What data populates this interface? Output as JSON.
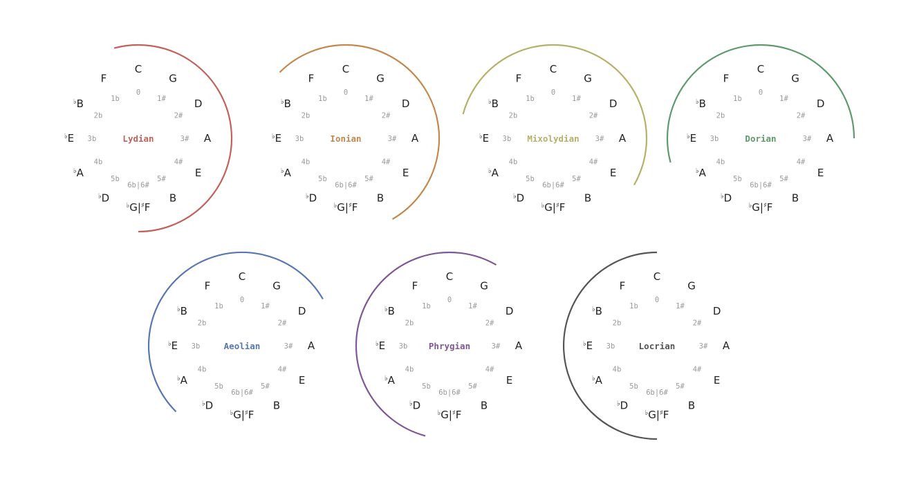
{
  "circle_of_fifths": {
    "notes": [
      {
        "acc": "",
        "base": "C"
      },
      {
        "acc": "",
        "base": "G"
      },
      {
        "acc": "",
        "base": "D"
      },
      {
        "acc": "",
        "base": "A"
      },
      {
        "acc": "",
        "base": "E"
      },
      {
        "acc": "",
        "base": "B"
      },
      {
        "acc": "♭",
        "base": "G|",
        "acc2": "♯",
        "base2": "F"
      },
      {
        "acc": "♭",
        "base": "D"
      },
      {
        "acc": "♭",
        "base": "A"
      },
      {
        "acc": "♭",
        "base": "E"
      },
      {
        "acc": "♭",
        "base": "B"
      },
      {
        "acc": "",
        "base": "F"
      }
    ],
    "numbers": [
      "0",
      "1#",
      "2#",
      "3#",
      "4#",
      "5#",
      "6b|6#",
      "5b",
      "4b",
      "3b",
      "2b",
      "1b"
    ]
  },
  "modes": [
    {
      "name": "Lydian",
      "color": "#c0625c",
      "arc_start_fifths": -0.5,
      "arc_span_fifths": 6.5
    },
    {
      "name": "Ionian",
      "color": "#c4884f",
      "arc_start_fifths": -1.5,
      "arc_span_fifths": 6.5
    },
    {
      "name": "Mixolydian",
      "color": "#b5b06a",
      "arc_start_fifths": -2.5,
      "arc_span_fifths": 6.5
    },
    {
      "name": "Dorian",
      "color": "#5e9a6c",
      "arc_start_fifths": -3.5,
      "arc_span_fifths": 6.5
    },
    {
      "name": "Aeolian",
      "color": "#5876b0",
      "arc_start_fifths": -4.5,
      "arc_span_fifths": 6.5
    },
    {
      "name": "Phrygian",
      "color": "#7e5796",
      "arc_start_fifths": -5.5,
      "arc_span_fifths": 6.5
    },
    {
      "name": "Locrian",
      "color": "#555555",
      "arc_start_fifths": -6.0,
      "arc_span_fifths": 6.0
    }
  ]
}
